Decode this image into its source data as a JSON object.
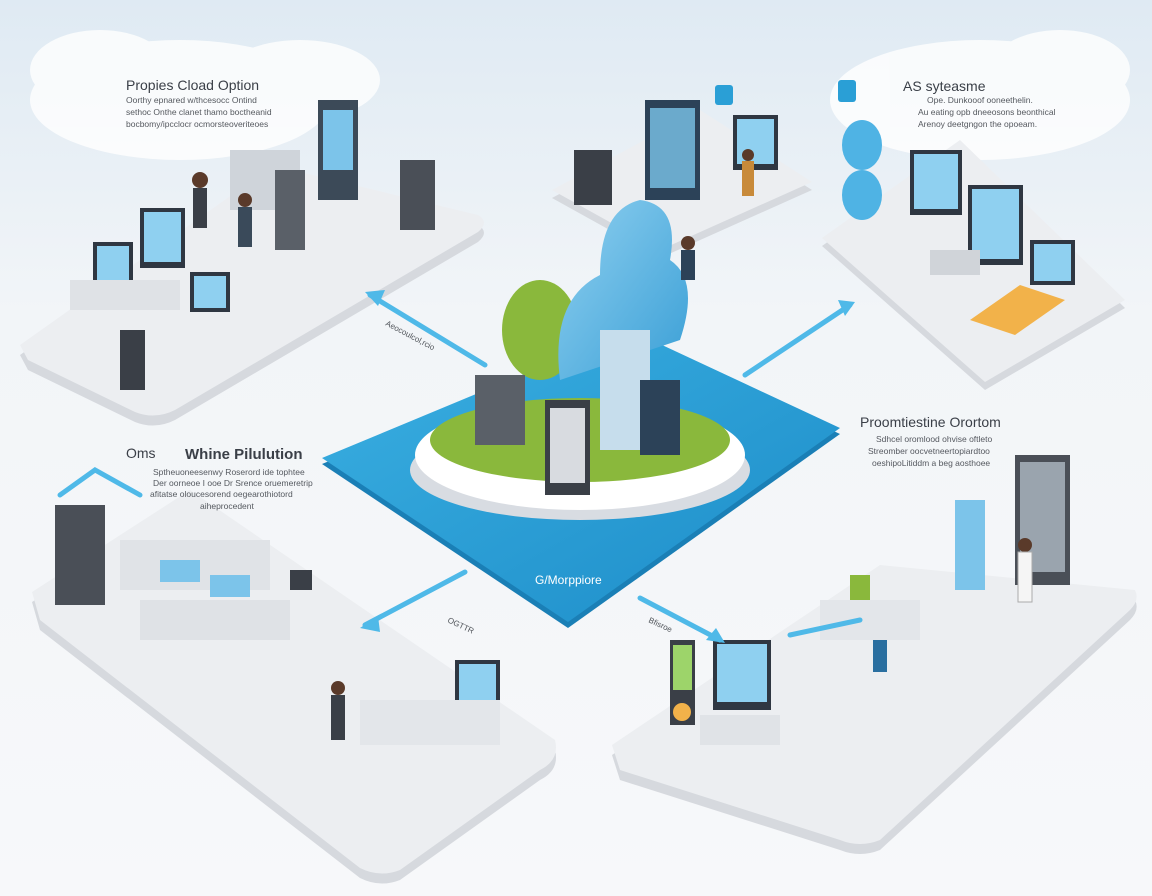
{
  "panels": {
    "top_left": {
      "title": "Propies Cload Option",
      "lines": [
        "Oorthy epnared w/thcesocc Ontind",
        "sethoc Onthe clanet thamo boctheanid",
        "bocbomy/ipcclocr ocmorsteoveriteoes"
      ]
    },
    "top_right": {
      "title": "AS syteasme",
      "lines": [
        "Ope. Dunkooof ooneethelin.",
        "Au eating opb dneeosons beonthical",
        "Arenoy deetgngon the opoeam."
      ]
    },
    "middle_left": {
      "label": "Oms",
      "title": "Whine Pilulution",
      "lines": [
        "Sptheuoneesenwy Roserord ide tophtee",
        "Der oorneoe I ooe Dr Srence oruemeretrip",
        "afitatse oloucesorend oegearothiotord",
        "aiheprocedent"
      ]
    },
    "middle_right": {
      "title": "Proomtiestine Orortom",
      "lines": [
        "Sdhcel oromlood ohvise oftleto",
        "Streomber oocvetneertopiardtoo",
        "oeshipoLitiddm a beg aosthoee"
      ]
    },
    "center": {
      "label": "G/Morppiore"
    },
    "arrow_labels": [
      "Aeocoulcol,rcio",
      "OGTTR",
      "Bfisroe"
    ]
  },
  "colors": {
    "accent_blue": "#2a9fd6",
    "cloud_blue": "#5bb8e6",
    "green": "#8ab83c",
    "platform": "#e8eaee",
    "orange": "#f2b24a"
  }
}
